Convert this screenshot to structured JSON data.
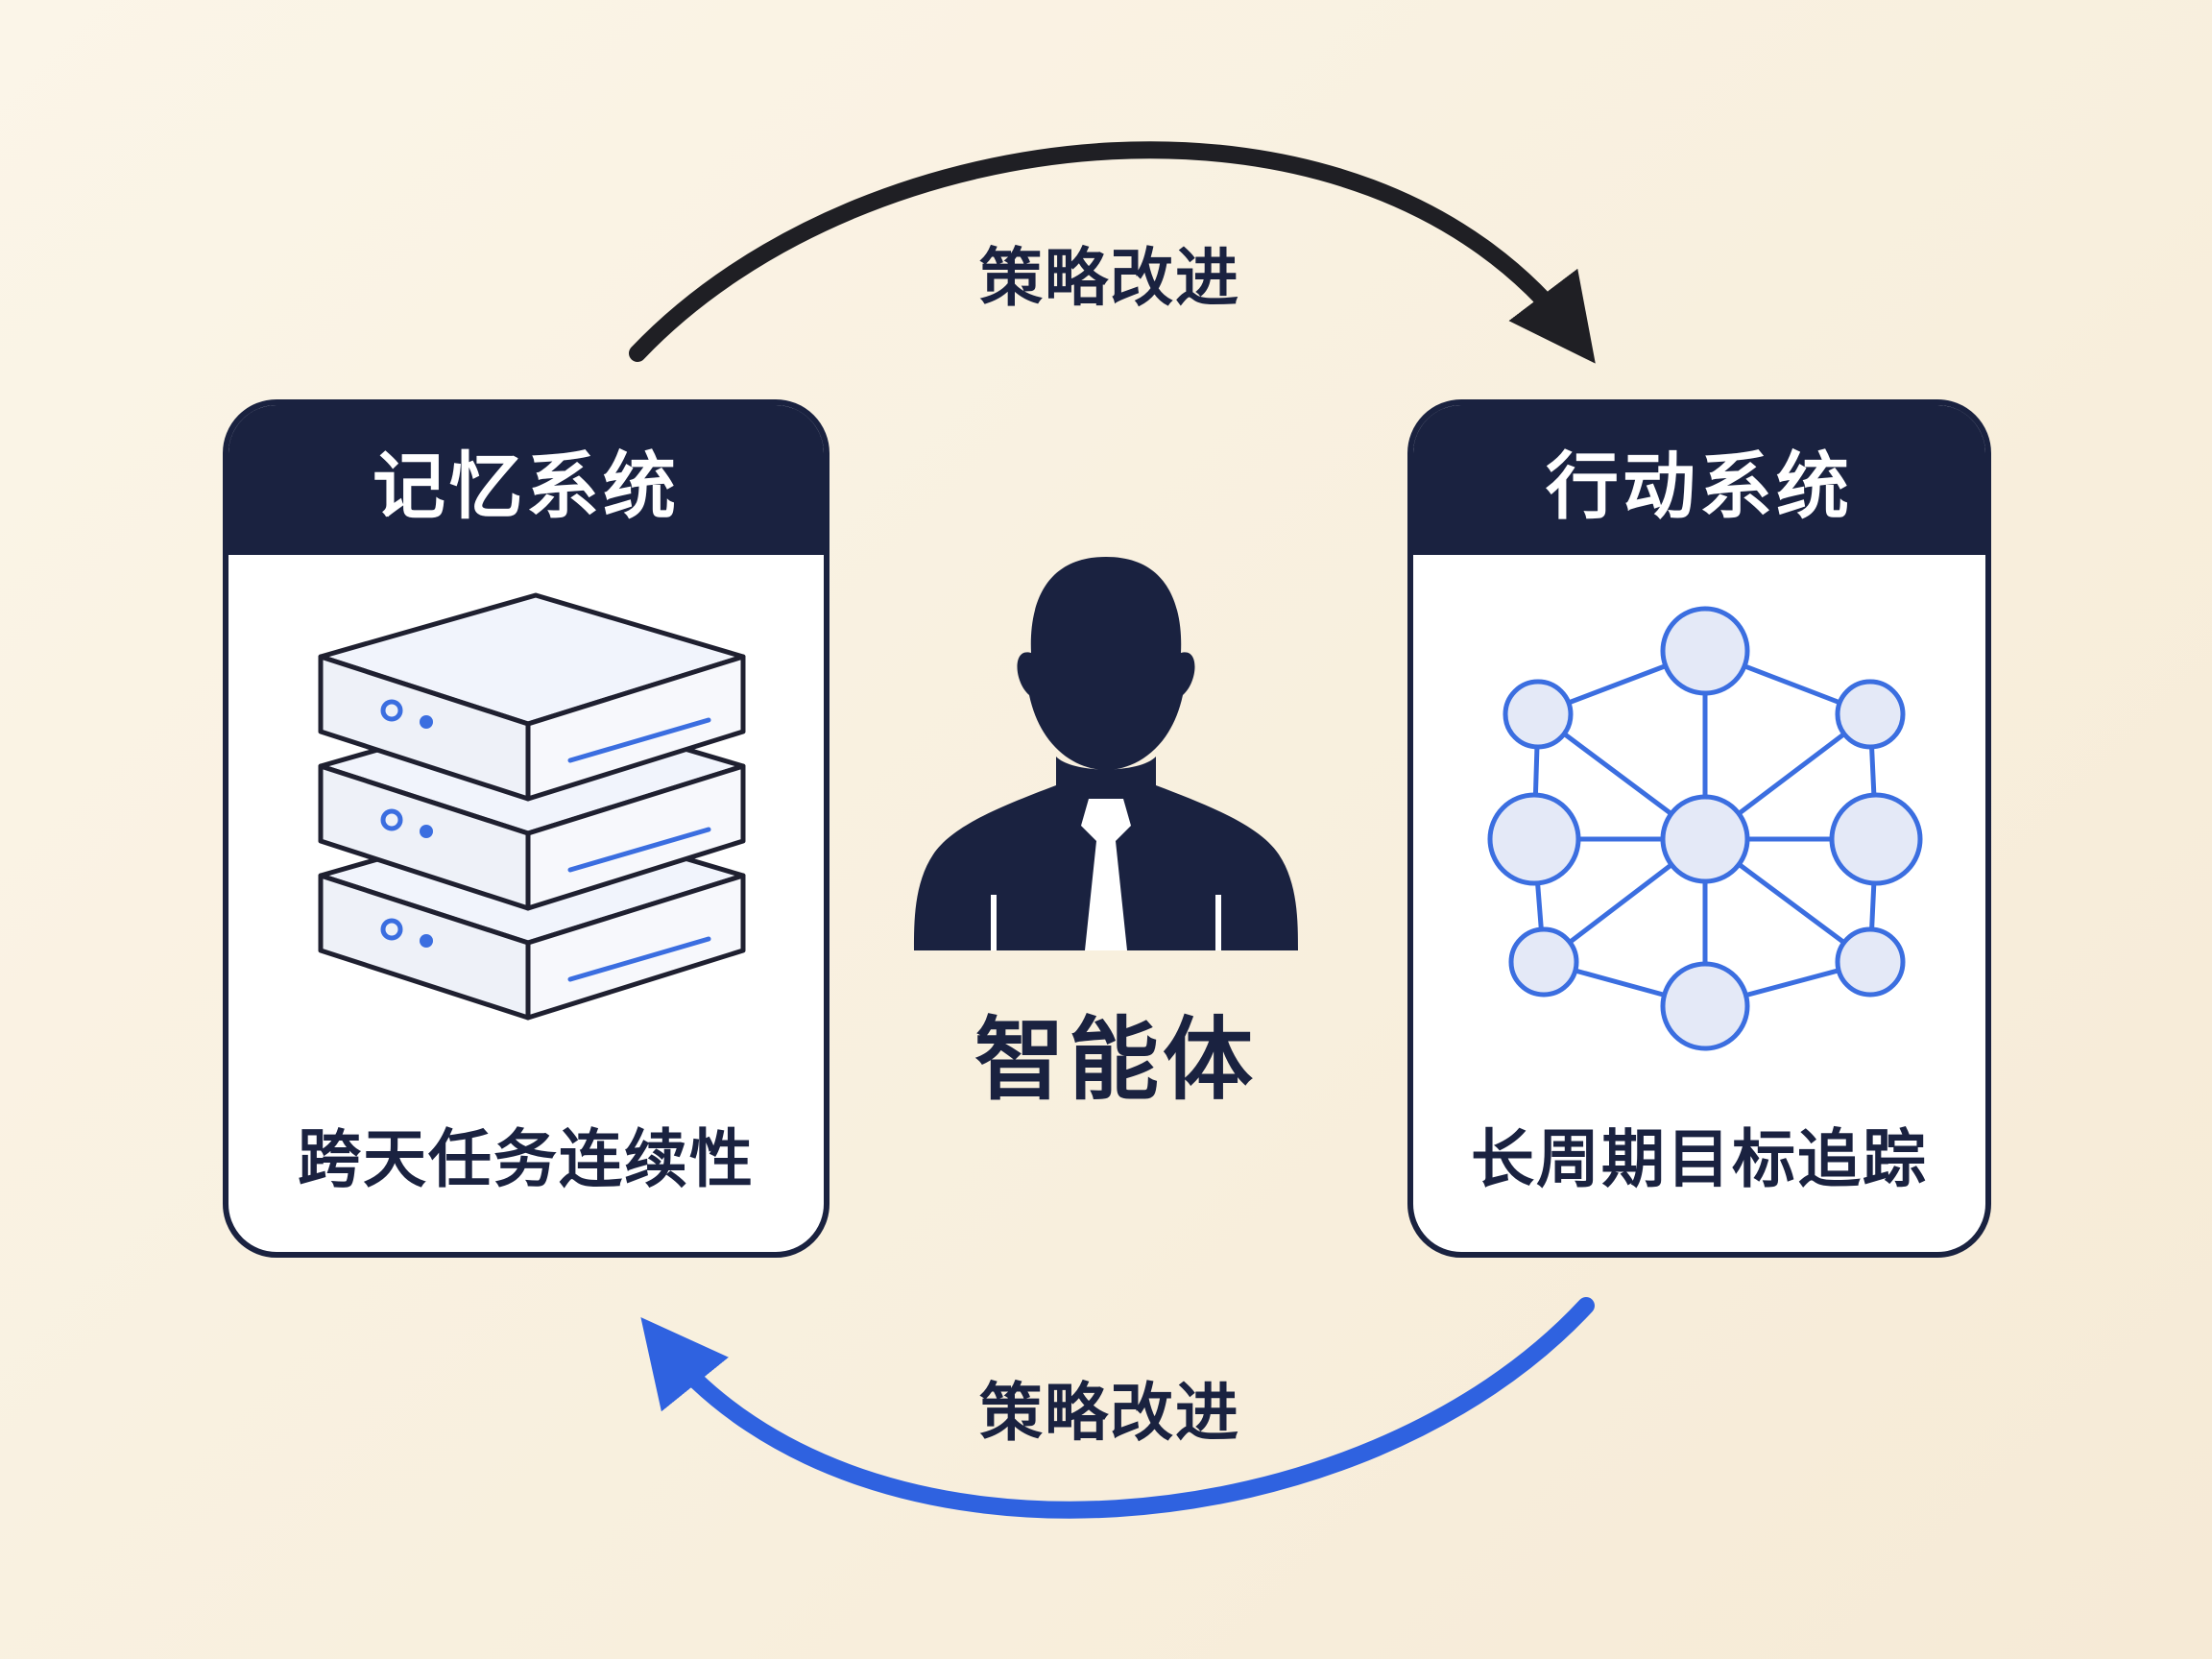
{
  "arrows": {
    "top_label": "策略改进",
    "bottom_label": "策略改进",
    "top_color": "#1f1f24",
    "bottom_color": "#2f62e0"
  },
  "memory_system": {
    "title": "记忆系统",
    "caption": "跨天任务连续性",
    "icon": "server-stack-icon"
  },
  "agent": {
    "label": "智能体",
    "icon": "person-silhouette-icon"
  },
  "action_system": {
    "title": "行动系统",
    "caption": "长周期目标追踪",
    "icon": "node-network-icon"
  },
  "colors": {
    "navy": "#1a2240",
    "accent_blue": "#3b6ee0",
    "node_fill": "#e4e9f7",
    "background": "#f9f2e2"
  }
}
